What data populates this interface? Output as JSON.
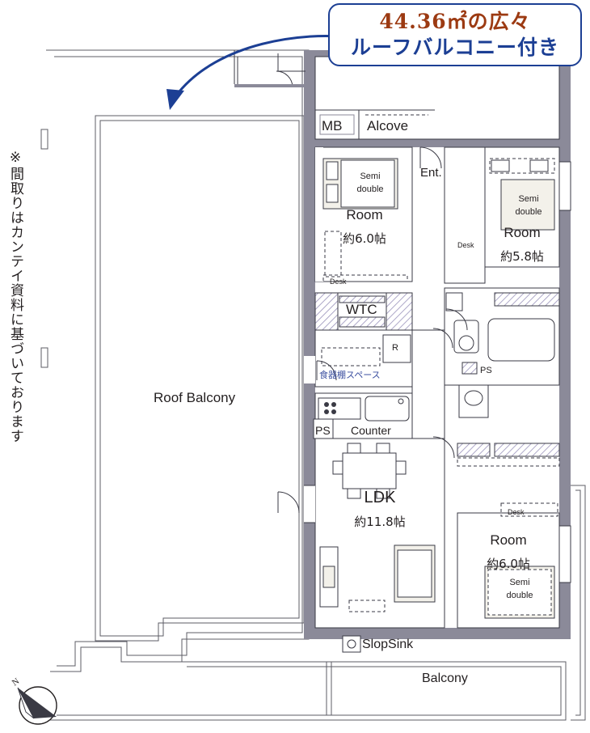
{
  "callout": {
    "line1": "44.36㎡の広々",
    "line2": "ルーフバルコニー付き"
  },
  "side_note": "※間取りはカンテイ資料に基づいております",
  "labels": {
    "roof_balcony": "Roof Balcony",
    "balcony": "Balcony",
    "mb": "MB",
    "alcove": "Alcove",
    "ent": "Ent.",
    "wtc": "WTC",
    "r": "R",
    "ps1": "PS",
    "ps2": "PS",
    "counter": "Counter",
    "cupboard_space": "食器棚スペース",
    "slop_sink": "SlopSink",
    "desk1": "Desk",
    "desk2": "Desk",
    "desk3": "Desk",
    "semi_double1_l1": "Semi",
    "semi_double1_l2": "double",
    "semi_double2_l1": "Semi",
    "semi_double2_l2": "double",
    "semi_double3_l1": "Semi",
    "semi_double3_l2": "double"
  },
  "rooms": [
    {
      "name": "Room",
      "size": "約6.0帖"
    },
    {
      "name": "Room",
      "size": "約5.8帖"
    },
    {
      "name": "LDK",
      "size": "約11.8帖"
    },
    {
      "name": "Room",
      "size": "約6.0帖"
    }
  ],
  "compass": {
    "letter": "N"
  },
  "colors": {
    "callout_border": "#1c3f94",
    "callout_text_top": "#9c3a12",
    "callout_text_bottom": "#1c3f94",
    "arrow": "#1c3f94",
    "wall": "#7b7a8c",
    "closet_fill": "#b9b3d4",
    "tatami_fill": "#efece3",
    "line": "#231f20",
    "blue_text": "#3b4fa0"
  }
}
